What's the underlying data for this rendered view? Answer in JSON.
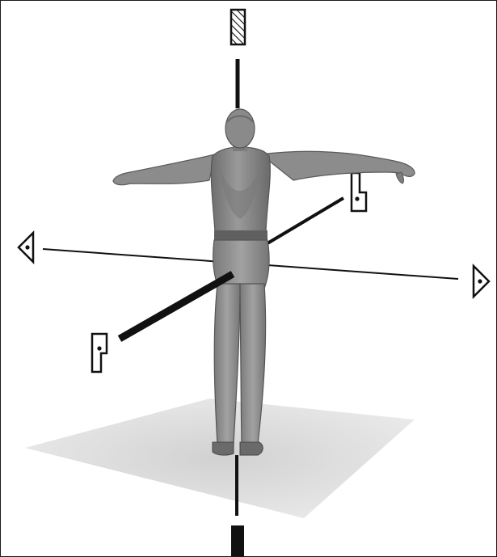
{
  "diagram": {
    "figure": "human-figure-back-view",
    "axes": [
      {
        "id": "vertical",
        "markers": [
          "hatched-rectangle-icon",
          "solid-bar-icon"
        ]
      },
      {
        "id": "lateral",
        "markers": [
          "left-triangle-icon",
          "right-triangle-icon"
        ]
      },
      {
        "id": "depth",
        "markers": [
          "notched-block-icon-front",
          "notched-block-icon-back"
        ]
      }
    ],
    "ground": "ground-plane"
  },
  "colors": {
    "line": "#111111",
    "figure": "#8a8a8a",
    "figure_shadow": "#5a5a5a",
    "ground": "#d8d8d8"
  }
}
